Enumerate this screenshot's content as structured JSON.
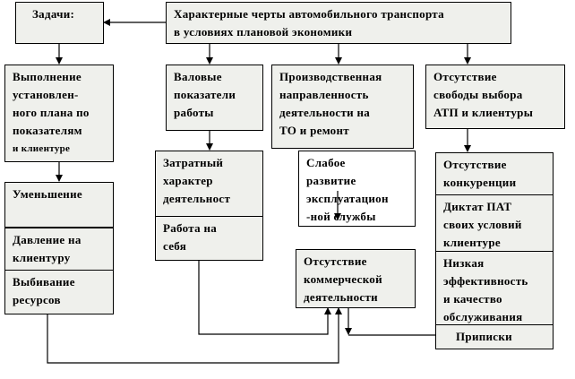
{
  "diagram": {
    "title_box": "Характерные черты автомобильного транспорта\nв условиях плановой экономики",
    "tasks_box": "Задачи:",
    "column_headers": {
      "plan": {
        "line1": "Выполнение\nустановлен-\nного плана по\nпоказателям",
        "line2": "и клиентуре"
      },
      "gross": "Валовые\nпоказатели\nработы",
      "production": "Производственная\nнаправленность\nдеятельности на\nТО и ремонт",
      "freedom": "Отсутствие\nсвободы выбора\nАТП и клиентуры"
    },
    "left_stack": [
      "Уменьшение",
      "Давление на\nклиентуру",
      "Выбивание\nресурсов"
    ],
    "middle_stack": [
      "Затратный\nхарактер\nдеятельност",
      "Работа на\nсебя"
    ],
    "weak_service": "Слабое\nразвитие\nэксплуатацион\n-ной службы",
    "no_commercial": "Отсутствие\nкоммерческой\nдеятельности",
    "right_stack": [
      "Отсутствие\nконкуренции",
      "Диктат ПАТ\nсвоих условий\nклиентуре",
      "Низкая\nэффективность\nи качество\nобслуживания",
      "Приписки"
    ]
  },
  "colors": {
    "box_fill": "#eff0ec",
    "line": "#000000"
  }
}
